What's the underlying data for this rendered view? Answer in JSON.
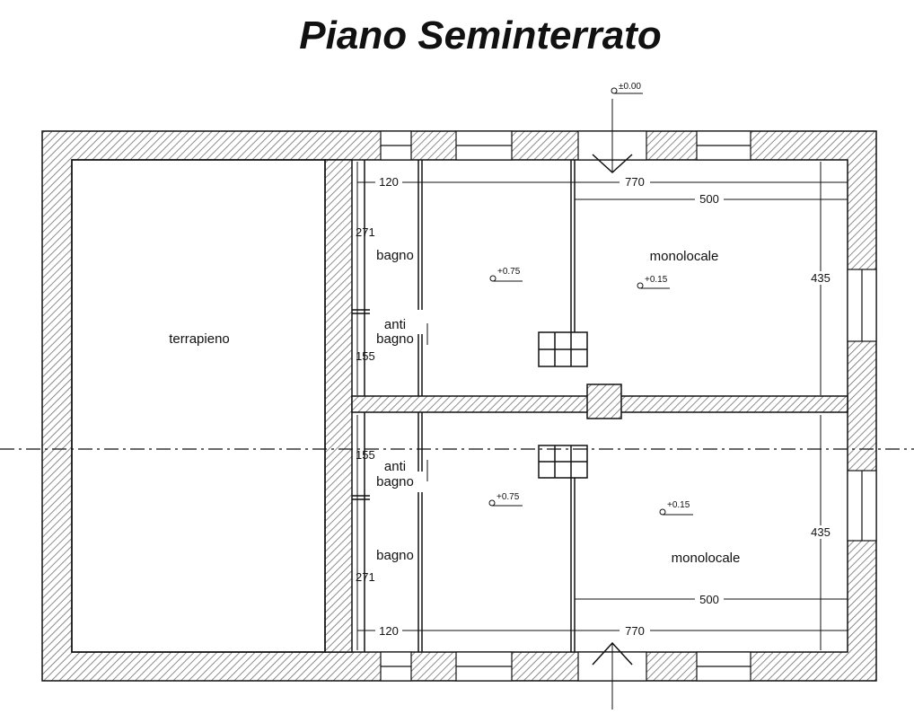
{
  "plan": {
    "title": "Piano Seminterrato",
    "colors": {
      "ink": "#111111",
      "paper": "#ffffff",
      "hatch": "#6f6f6f"
    },
    "rooms": {
      "terrapieno": "terrapieno",
      "bagno_top": "bagno",
      "antibagno_top_1": "anti",
      "antibagno_top_2": "bagno",
      "monolocale_top": "monolocale",
      "bagno_bottom": "bagno",
      "antibagno_bottom_1": "anti",
      "antibagno_bottom_2": "bagno",
      "monolocale_bottom": "monolocale"
    },
    "dimensions": {
      "d120_top": "120",
      "d770_top": "770",
      "d500_top": "500",
      "d271_top": "271",
      "d155_top": "155",
      "d435_top": "435",
      "d155_bottom": "155",
      "d271_bottom": "271",
      "d435_bottom": "435",
      "d500_bottom": "500",
      "d120_bottom": "120",
      "d770_bottom": "770"
    },
    "levels": {
      "entry": "±0.00",
      "corridor_top": "+0.75",
      "room_top": "+0.15",
      "corridor_bottom": "+0.75",
      "room_bottom": "+0.15"
    }
  }
}
